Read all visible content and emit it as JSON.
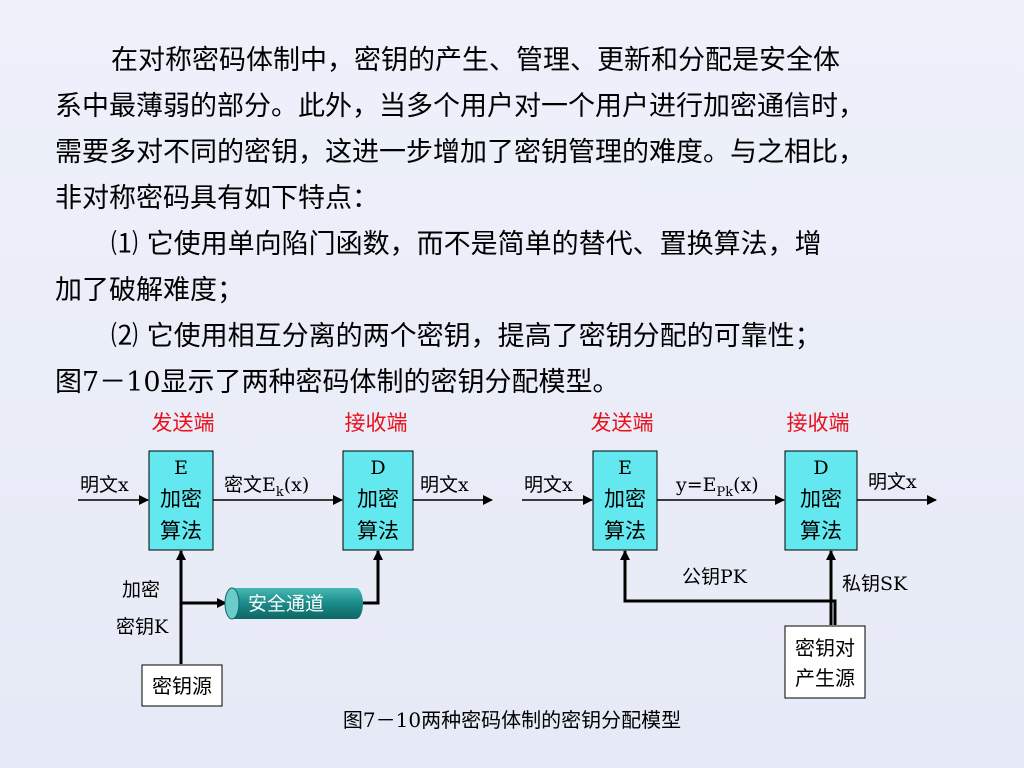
{
  "paragraphs": [
    "在对称密码体制中，密钥的产生、管理、更新和分配是安全体",
    "系中最薄弱的部分。此外，当多个用户对一个用户进行加密通信时，",
    "需要多对不同的密钥，这进一步增加了密钥管理的难度。与之相比，",
    "非对称密码具有如下特点：",
    "⑴ 它使用单向陷门函数，而不是简单的替代、置换算法，增",
    "加了破解难度；",
    "⑵ 它使用相互分离的两个密钥，提高了密钥分配的可靠性；",
    "图7－10显示了两种密码体制的密钥分配模型。"
  ],
  "diagram": {
    "sender": "发送端",
    "receiver": "接收端",
    "plaintext": "明文x",
    "enc_box": [
      "E",
      "加密",
      "算法"
    ],
    "dec_box": [
      "D",
      "加密",
      "算法"
    ],
    "ciphertext_prefix": "密文E",
    "ciphertext_sub": "k",
    "ciphertext_suffix": "(x)",
    "cipher2_prefix": "y=E",
    "cipher2_sub": "Pk",
    "cipher2_suffix": "(x)",
    "enc_key_label": [
      "加密",
      "密钥K"
    ],
    "secure_channel": "安全通道",
    "key_source": "密钥源",
    "public_key": "公钥PK",
    "private_key": "私钥SK",
    "keypair_source": [
      "密钥对",
      "产生源"
    ],
    "caption": "图7－10两种密码体制的密钥分配模型",
    "colors": {
      "box_fill": "#62e8ee",
      "label_red": "#e8101c",
      "channel": "#1a8a88"
    }
  }
}
